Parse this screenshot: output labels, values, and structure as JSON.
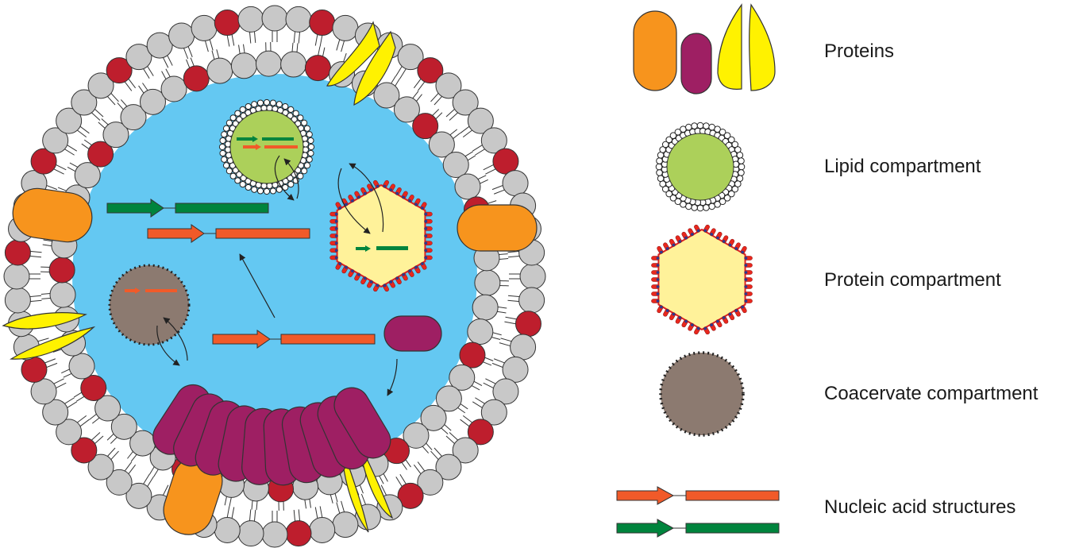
{
  "legend": {
    "proteins": "Proteins",
    "lipid_compartment": "Lipid compartment",
    "protein_compartment": "Protein compartment",
    "coacervate_compartment": "Coacervate compartment",
    "nucleic_acid_structures": "Nucleic acid structures"
  },
  "colors": {
    "cytoplasm": "#64c8f2",
    "lipid_head_gray": "#c8c8c8",
    "lipid_head_red": "#be1e2d",
    "protein_orange": "#f7941d",
    "protein_purple": "#9e1f63",
    "protein_yellow": "#fff200",
    "lipid_compartment_fill": "#acd05a",
    "protein_compartment_fill": "#fff29a",
    "coacervate_fill": "#8c7a70",
    "nucleic_orange": "#f15a29",
    "nucleic_green": "#00843d"
  },
  "icons": [
    "lipid-bilayer-cell-icon",
    "protein-icon",
    "lipid-compartment-icon",
    "protein-compartment-icon",
    "coacervate-compartment-icon",
    "nucleic-acid-icon"
  ]
}
